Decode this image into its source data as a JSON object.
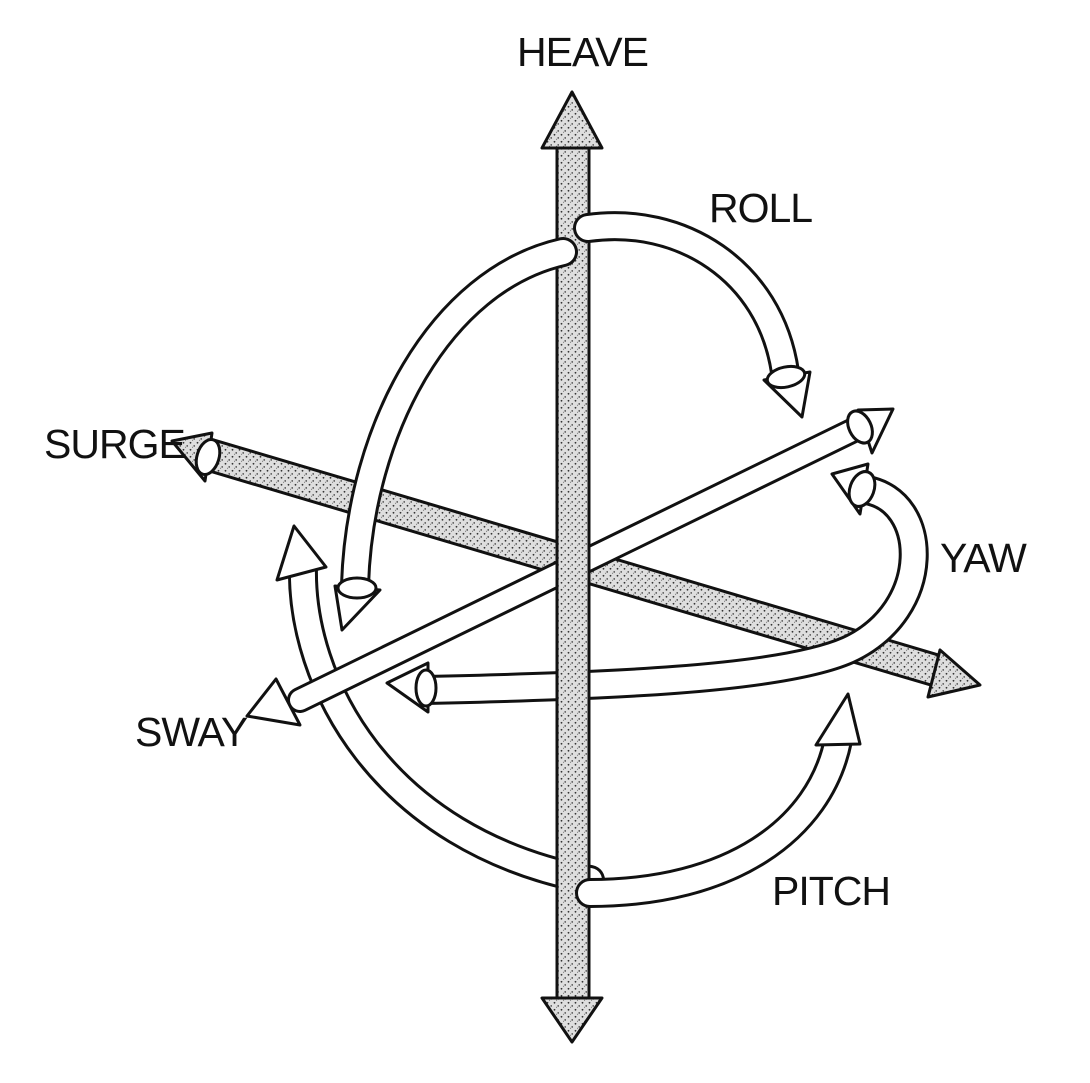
{
  "labels": {
    "heave": "HEAVE",
    "roll": "ROLL",
    "surge": "SURGE",
    "yaw": "YAW",
    "sway": "SWAY",
    "pitch": "PITCH"
  },
  "colors": {
    "line": "#111111",
    "stipple_axis": "#dedede",
    "curved_arrow_fill": "#ffffff"
  }
}
